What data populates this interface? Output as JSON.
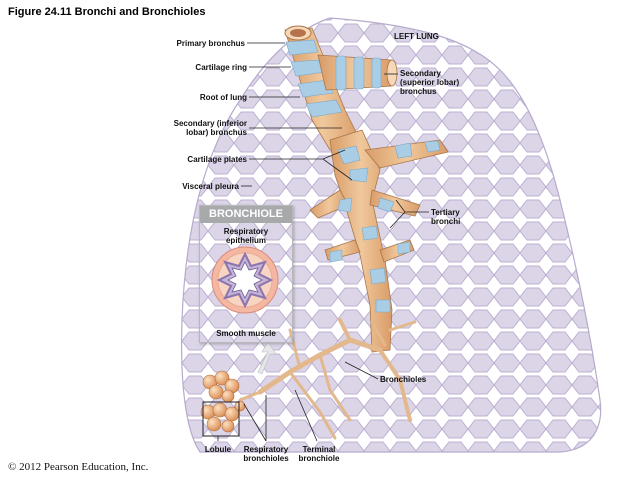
{
  "figure": {
    "title": "Figure 24.11  Bronchi and Bronchioles",
    "copyright": "© 2012 Pearson Education, Inc."
  },
  "labels": {
    "primary_bronchus": "Primary bronchus",
    "cartilage_ring": "Cartilage ring",
    "root_of_lung": "Root of lung",
    "secondary_inferior_1": "Secondary (inferior",
    "secondary_inferior_2": "lobar) bronchus",
    "cartilage_plates": "Cartilage plates",
    "visceral_pleura": "Visceral pleura",
    "left_lung": "LEFT LUNG",
    "secondary_superior_1": "Secondary",
    "secondary_superior_2": "(superior lobar)",
    "secondary_superior_3": "bronchus",
    "tertiary_1": "Tertiary",
    "tertiary_2": "bronchi",
    "bronchioles": "Bronchioles",
    "lobule": "Lobule",
    "respiratory_bronchioles_1": "Respiratory",
    "respiratory_bronchioles_2": "bronchioles",
    "terminal_bronchiole_1": "Terminal",
    "terminal_bronchiole_2": "bronchiole"
  },
  "inset": {
    "title": "BRONCHIOLE",
    "respiratory_epithelium_1": "Respiratory",
    "respiratory_epithelium_2": "epithelium",
    "smooth_muscle": "Smooth muscle"
  },
  "colors": {
    "lung_tissue": "#d9d2e6",
    "lung_cells": "#c4b9d9",
    "bronchus_wall": "#e8b98c",
    "cartilage": "#a9cde4",
    "inset_header": "#a7a9ab",
    "alveoli": "#e8a978"
  }
}
